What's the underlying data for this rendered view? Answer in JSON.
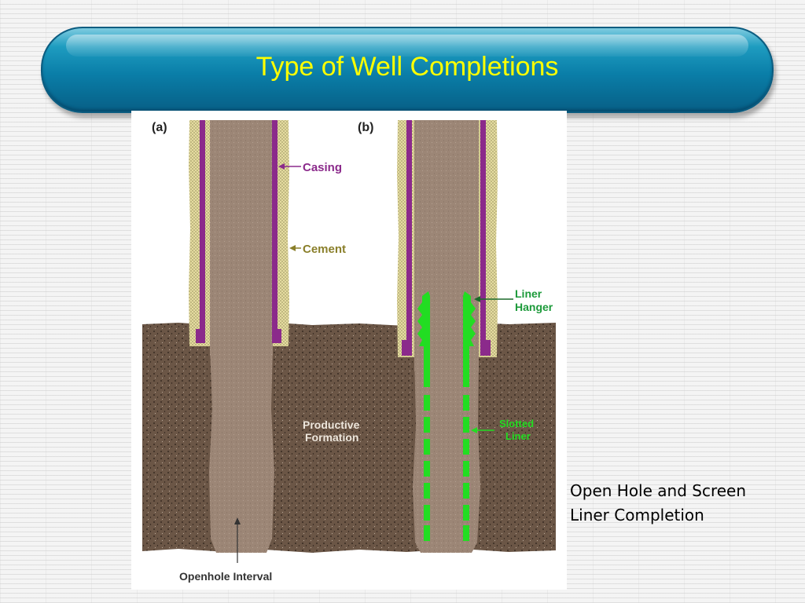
{
  "slide": {
    "title": "Type of Well Completions",
    "caption_line1": "Open Hole and Screen",
    "caption_line2": "Liner Completion"
  },
  "diagram": {
    "panel_a_label": "(a)",
    "panel_b_label": "(b)",
    "casing_label": "Casing",
    "cement_label": "Cement",
    "productive_label_line1": "Productive",
    "productive_label_line2": "Formation",
    "openhole_label": "Openhole Interval",
    "liner_hanger_label_line1": "Liner",
    "liner_hanger_label_line2": "Hanger",
    "slotted_liner_label_line1": "Slotted",
    "slotted_liner_label_line2": "Liner"
  },
  "colors": {
    "casing": "#8b2a8b",
    "cement": "#d8cf8e",
    "borehole": "#9c8676",
    "formation": "#6b5646",
    "liner": "#22dd22",
    "label_green": "#1c9a3a",
    "title": "#ffff00"
  }
}
